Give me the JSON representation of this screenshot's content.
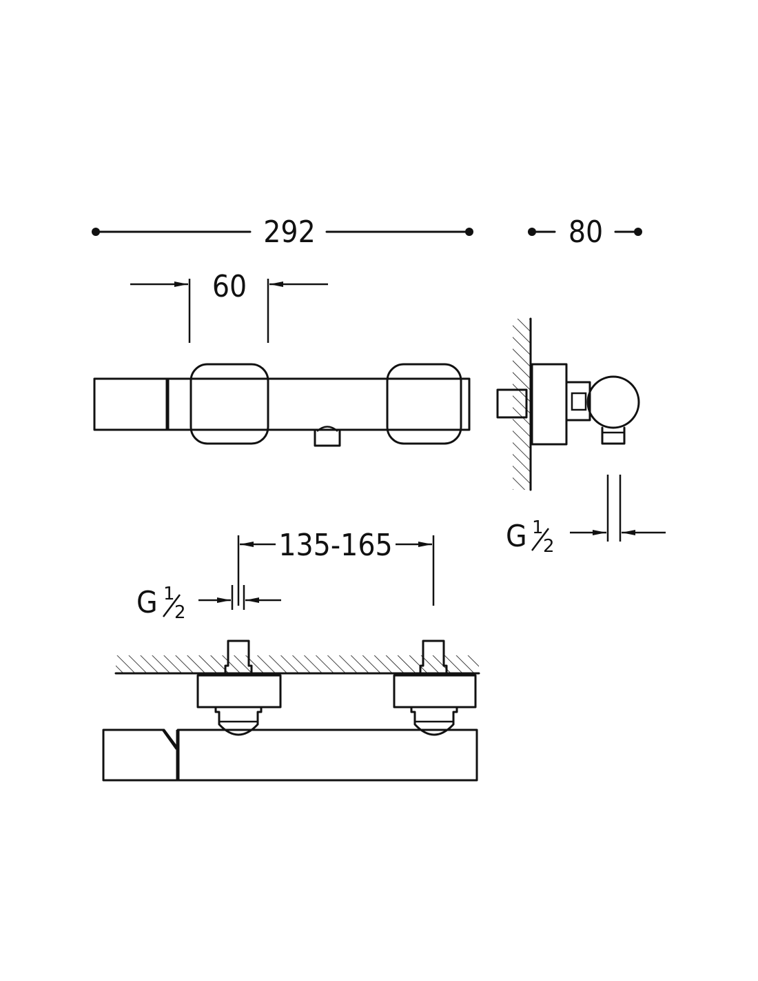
{
  "dimensions": {
    "overall_length": "292",
    "depth": "80",
    "handle_width": "60",
    "inlet_centers": "135-165",
    "thread_side": {
      "letter": "G",
      "num": "1",
      "den": "2"
    },
    "thread_bottom": {
      "letter": "G",
      "num": "1",
      "den": "2"
    }
  },
  "colors": {
    "line": "#111111",
    "background": "#ffffff"
  }
}
